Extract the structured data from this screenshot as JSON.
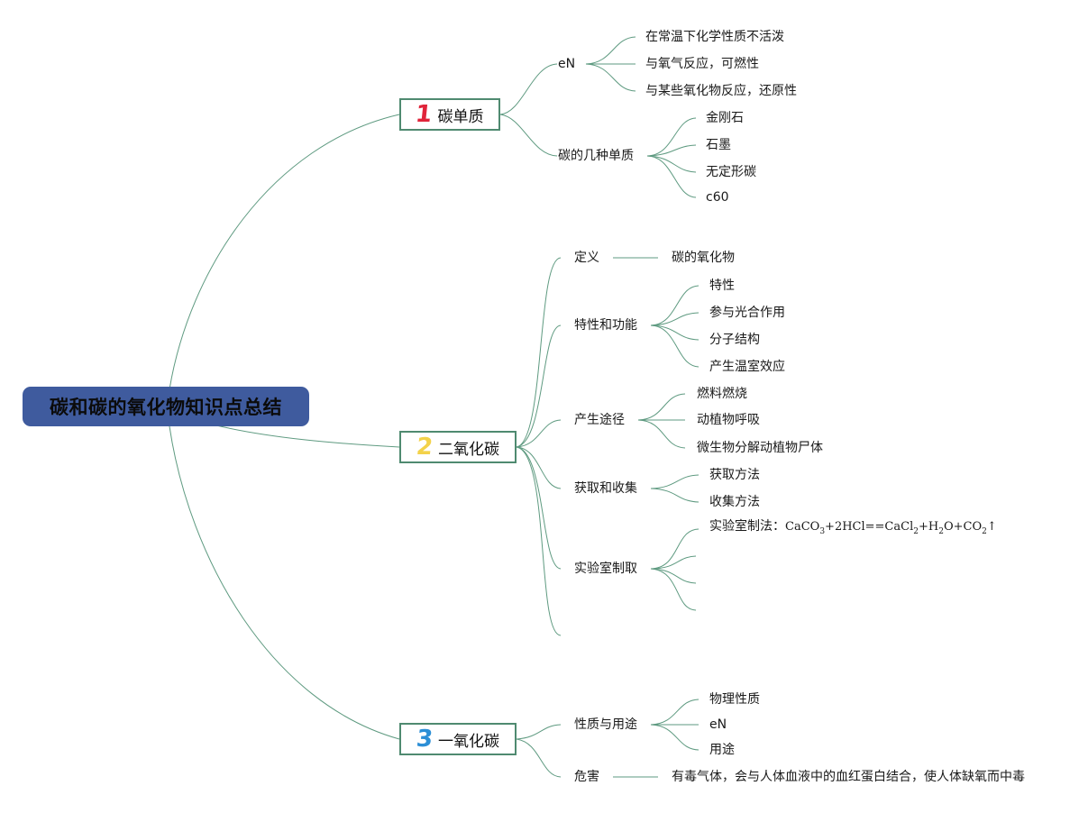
{
  "root": {
    "label": "碳和碳的氧化物知识点总结"
  },
  "branches": [
    {
      "number": "1",
      "label": "碳单质",
      "children": [
        {
          "label": "eN",
          "items": [
            "在常温下化学性质不活泼",
            "与氧气反应，可燃性",
            "与某些氧化物反应，还原性"
          ]
        },
        {
          "label": "碳的几种单质",
          "items": [
            "金刚石",
            "石墨",
            "无定形碳",
            "c60"
          ]
        }
      ]
    },
    {
      "number": "2",
      "label": "二氧化碳",
      "children": [
        {
          "label": "定义",
          "items": [
            "碳的氧化物"
          ]
        },
        {
          "label": "特性和功能",
          "items": [
            "特性",
            "参与光合作用",
            "分子结构",
            "产生温室效应"
          ]
        },
        {
          "label": "产生途径",
          "items": [
            "燃料燃烧",
            "动植物呼吸",
            "微生物分解动植物尸体"
          ]
        },
        {
          "label": "获取和收集",
          "items": [
            "获取方法",
            "收集方法"
          ]
        },
        {
          "label": "实验室制取",
          "lab_prefix": "实验室制法：",
          "equation": {
            "a": "CaCO",
            "a_sub": "3",
            "b": "+2HCl==CaCl",
            "b_sub": "2",
            "c": "+H",
            "c_sub": "2",
            "d": "O+CO",
            "d_sub": "2",
            "e": "↑"
          }
        }
      ]
    },
    {
      "number": "3",
      "label": "一氧化碳",
      "children": [
        {
          "label": "性质与用途",
          "items": [
            "物理性质",
            "eN",
            "用途"
          ]
        },
        {
          "label": "危害",
          "items": [
            "有毒气体，会与人体血液中的血红蛋白结合，使人体缺氧而中毒"
          ]
        }
      ]
    }
  ],
  "colors": {
    "root_fill": "#3f5b9e",
    "branch_border": "#4f8a70",
    "connector": "#5e9a80",
    "number_1": "#e0243a",
    "number_2": "#f3d24a",
    "number_3": "#2d8fd6"
  }
}
